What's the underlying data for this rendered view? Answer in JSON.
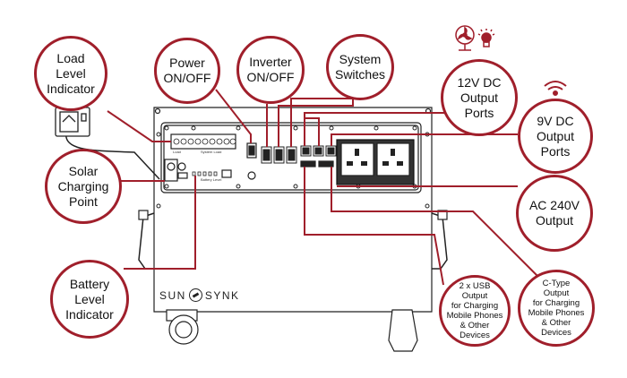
{
  "colors": {
    "accent": "#a01f2b",
    "line": "#222222"
  },
  "callouts": {
    "load_level": "Load\nLevel\nIndicator",
    "power": "Power\nON/OFF",
    "inverter": "Inverter\nON/OFF",
    "system_switches": "System\nSwitches",
    "dc12": "12V DC\nOutput\nPorts",
    "dc9": "9V DC\nOutput\nPorts",
    "solar": "Solar\nCharging\nPoint",
    "ac240": "AC 240V\nOutput",
    "battery": "Battery\nLevel\nIndicator",
    "usb": "2 x USB\nOutput\nfor Charging\nMobile Phones\n& Other\nDevices",
    "ctype": "C-Type\nOutput\nfor Charging\nMobile Phones\n& Other\nDevices"
  },
  "brand": {
    "left": "SUN",
    "right": "SYNK"
  },
  "panel_labels": {
    "load": "Load",
    "system_load": "System Load",
    "battery_level": "Battery Level"
  },
  "icons": [
    "fan-icon",
    "bulb-icon",
    "wifi-icon",
    "wall-socket-icon",
    "wheel-icon",
    "handle-icon"
  ]
}
